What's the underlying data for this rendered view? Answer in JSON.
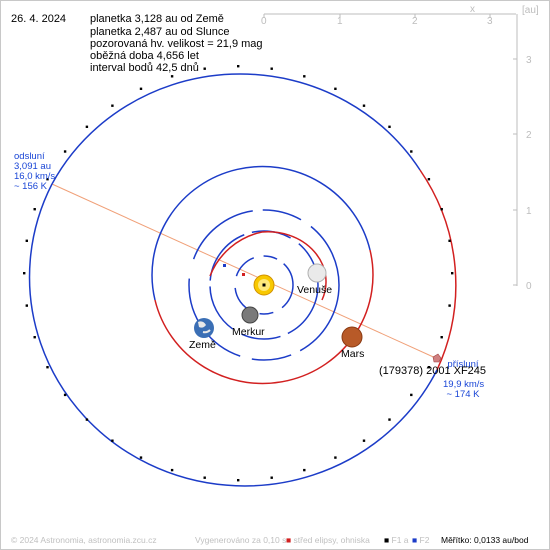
{
  "date": "26. 4. 2024",
  "info_lines": [
    "planetka 3,128 au od Země",
    "planetka 2,487 au od Slunce",
    "pozorovaná hv. velikost = 21,9 mag",
    "oběžná doba 4,656 let",
    "interval bodů 42,5 dnů"
  ],
  "axis": {
    "x_label": "x",
    "unit_label": "[au]",
    "x_ticks": [
      "0",
      "1",
      "2",
      "3"
    ],
    "y_ticks": [
      "3",
      "2",
      "1",
      "0"
    ]
  },
  "aphelion": {
    "title": "odsluní",
    "distance": "3,091 au",
    "speed": "16,0 km/s",
    "temperature": "~ 156 K"
  },
  "perihelion": {
    "title": "přísluní",
    "speed": "19,9 km/s",
    "temperature": "~ 174 K"
  },
  "labels": {
    "venus": "Venuše",
    "mercury": "Merkur",
    "earth": "Země",
    "mars": "Mars",
    "asteroid": "(179378) 2001 XF245"
  },
  "footer": {
    "copyright": "© 2024 Astronomia, astronomia.zcu.cz",
    "generated": "Vygenerováno za 0,10 s",
    "center_legend": "střed elipsy, ohniska",
    "f1": "F1 a",
    "f2": "F2",
    "scale": "Měřítko: 0,0133 au/bod"
  },
  "colors": {
    "orbit_blue": "#1c3cc8",
    "orbit_red": "#d22020",
    "axis_gray": "#bdbdbd",
    "annotation_blue": "#1a46d6",
    "apsidal_line": "#f0a078"
  }
}
